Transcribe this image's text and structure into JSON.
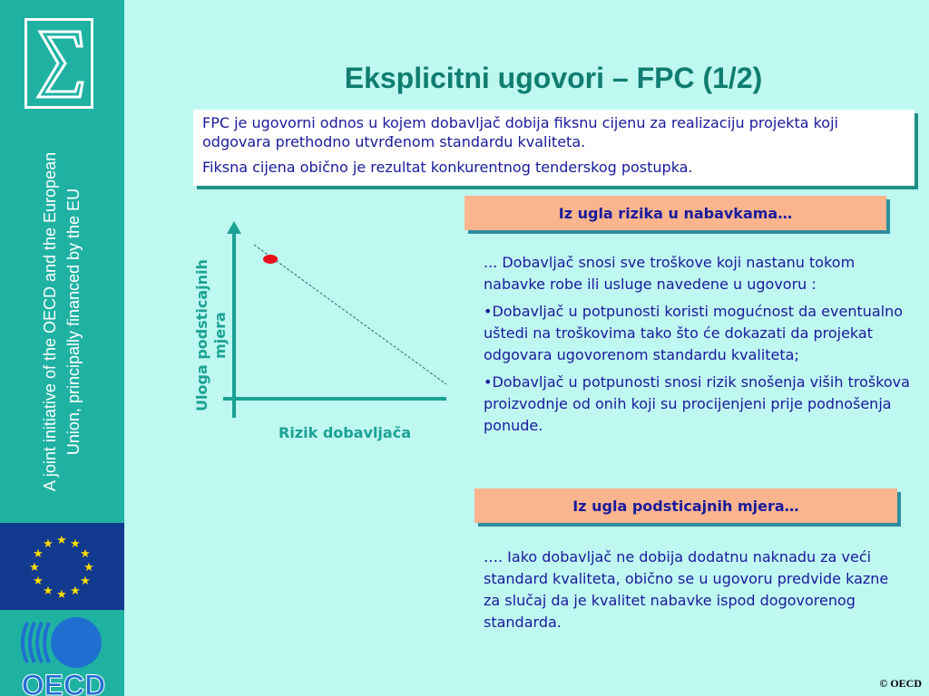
{
  "sidebar": {
    "sigma_icon": "sigma-icon",
    "text_line1": "A joint  initiative of the OECD and the European",
    "text_line2": "Union, principally financed by the EU",
    "flag_icon": "eu-flag-icon",
    "oecd_logo": "OECD"
  },
  "title": "Eksplicitni ugovori  – FPC (1/2)",
  "definition": {
    "p1": "FPC je ugovorni odnos u kojem dobavljač dobija fiksnu cijenu za realizaciju projekta koji odgovara prethodno utvrđenom standardu kvaliteta.",
    "p2": "Fiksna cijena obično je rezultat konkurentnog tenderskog postupka."
  },
  "chart": {
    "y_label": "Uloga podsticajnih mjera",
    "x_label": "Rizik dobavljača"
  },
  "risk_section": {
    "header": "Iz ugla rizika u nabavkama…",
    "p1": "... Dobavljač snosi sve troškove koji nastanu tokom nabavke robe ili usluge navedene u ugovoru :",
    "p2": "•Dobavljač u potpunosti koristi mogućnost da eventualno uštedi  na troškovima tako što će dokazati da projekat odgovara ugovorenom standardu kvaliteta;",
    "p3": "•Dobavljač u potpunosti snosi rizik snošenja viših troškova proizvodnje od onih koji su procijenjeni prije podnošenja ponude."
  },
  "incentive_section": {
    "header": "Iz ugla podsticajnih mjera…",
    "p1": "…. Iako dobavljač ne dobija dodatnu naknadu za veći standard kvaliteta, obično se u ugovoru predvide kazne za slučaj da je kvalitet nabavke ispod dogovorenog standarda."
  },
  "footer": {
    "copyright": "© OECD"
  },
  "colors": {
    "background": "#bff7f1",
    "sidebar": "#1fb2a3",
    "title": "#0f7d6f",
    "body_text": "#1a1a9c",
    "header_fill": "#fbb58e",
    "chart_accent": "#1aa294",
    "marker": "#e8101a"
  }
}
